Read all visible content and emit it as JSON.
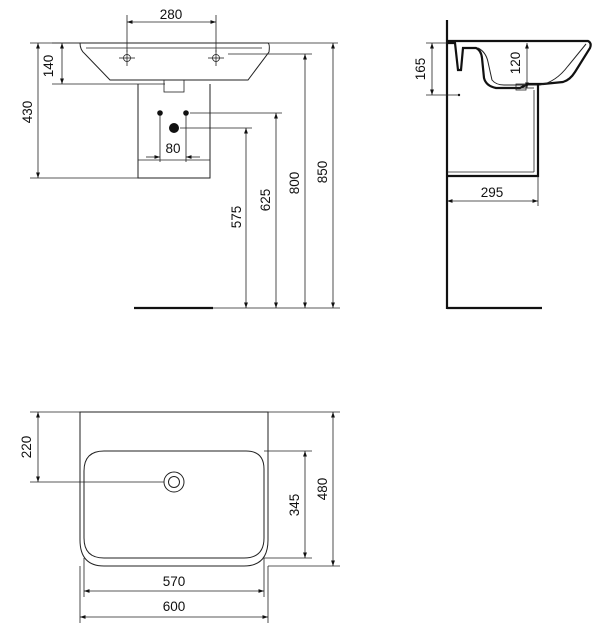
{
  "front_view": {
    "dim_tap_hole_spacing": "280",
    "dim_basin_top_depth": "140",
    "dim_pedestal_height": "430",
    "dim_waste_spacing": "80",
    "dim_height_575": "575",
    "dim_height_625": "625",
    "dim_height_800": "800",
    "dim_height_850": "850"
  },
  "side_view": {
    "dim_bowl_depth": "165",
    "dim_inner_depth": "120",
    "dim_wall_projection": "295"
  },
  "top_view": {
    "dim_drain_offset": "220",
    "dim_bowl_length": "345",
    "dim_total_depth": "480",
    "dim_bowl_width": "570",
    "dim_total_width": "600"
  }
}
